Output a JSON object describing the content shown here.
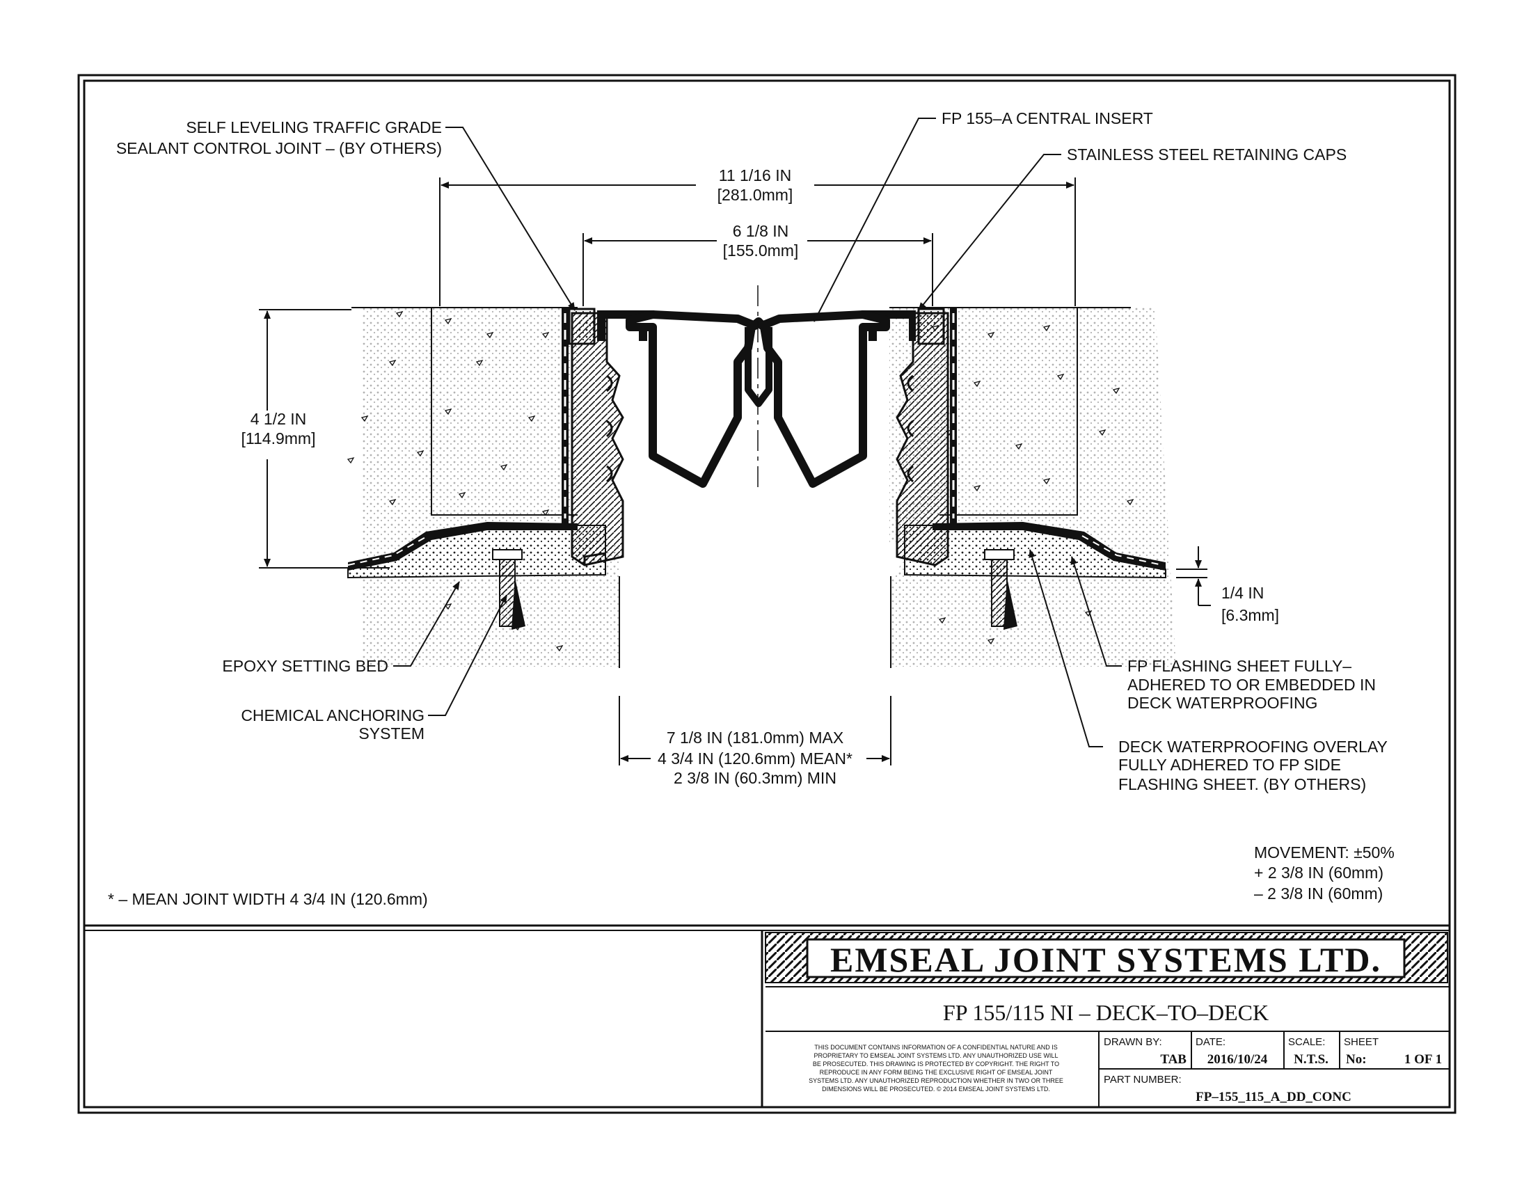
{
  "labels": {
    "sealant_line1": "SELF LEVELING TRAFFIC GRADE",
    "sealant_line2": "SEALANT CONTROL JOINT – (BY OTHERS)",
    "central_insert": "FP 155–A CENTRAL INSERT",
    "retaining_caps": "STAINLESS STEEL RETAINING CAPS",
    "epoxy_bed": "EPOXY SETTING BED",
    "anchoring_line1": "CHEMICAL ANCHORING",
    "anchoring_line2": "SYSTEM",
    "flashing_line1": "FP FLASHING SHEET FULLY–",
    "flashing_line2": "ADHERED TO OR EMBEDDED IN",
    "flashing_line3": "DECK WATERPROOFING",
    "overlay_line1": "DECK WATERPROOFING OVERLAY",
    "overlay_line2": "FULLY ADHERED TO FP SIDE",
    "overlay_line3": "FLASHING SHEET. (BY OTHERS)"
  },
  "dimensions": {
    "overall_in": "11 1/16 IN",
    "overall_mm": "[281.0mm]",
    "insert_in": "6 1/8 IN",
    "insert_mm": "[155.0mm]",
    "depth_in": "4 1/2 IN",
    "depth_mm": "[114.9mm]",
    "flange_in": "1/4 IN",
    "flange_mm": "[6.3mm]",
    "gap_max": "7 1/8 IN (181.0mm) MAX",
    "gap_mean": "4 3/4 IN (120.6mm) MEAN*",
    "gap_min": "2 3/8 IN (60.3mm) MIN"
  },
  "notes": {
    "movement_title": "MOVEMENT: ±50%",
    "movement_plus": "+ 2 3/8 IN (60mm)",
    "movement_minus": "– 2 3/8 IN (60mm)",
    "mean_note": "* – MEAN JOINT WIDTH 4 3/4 IN (120.6mm)"
  },
  "title_block": {
    "company": "EMSEAL JOINT SYSTEMS LTD.",
    "drawing_title": "FP 155/115 NI – DECK–TO–DECK",
    "disclaimer_lines": [
      "THIS DOCUMENT CONTAINS INFORMATION OF A CONFIDENTIAL NATURE AND IS",
      "PROPRIETARY TO EMSEAL JOINT SYSTEMS LTD. ANY UNAUTHORIZED USE WILL",
      "BE PROSECUTED. THIS DRAWING IS PROTECTED BY COPYRIGHT. THE RIGHT TO",
      "REPRODUCE IN ANY FORM BEING THE EXCLUSIVE RIGHT OF EMSEAL JOINT",
      "SYSTEMS LTD. ANY UNAUTHORIZED REPRODUCTION WHETHER IN TWO OR THREE",
      "DIMENSIONS WILL BE PROSECUTED. © 2014 EMSEAL JOINT SYSTEMS LTD."
    ],
    "drawn_by_label": "DRAWN BY:",
    "drawn_by": "TAB",
    "date_label": "DATE:",
    "date": "2016/10/24",
    "scale_label": "SCALE:",
    "scale": "N.T.S.",
    "sheet_label": "SHEET",
    "sheet_no_label": "No:",
    "sheet": "1 OF 1",
    "part_number_label": "PART NUMBER:",
    "part_number": "FP–155_115_A_DD_CONC"
  }
}
